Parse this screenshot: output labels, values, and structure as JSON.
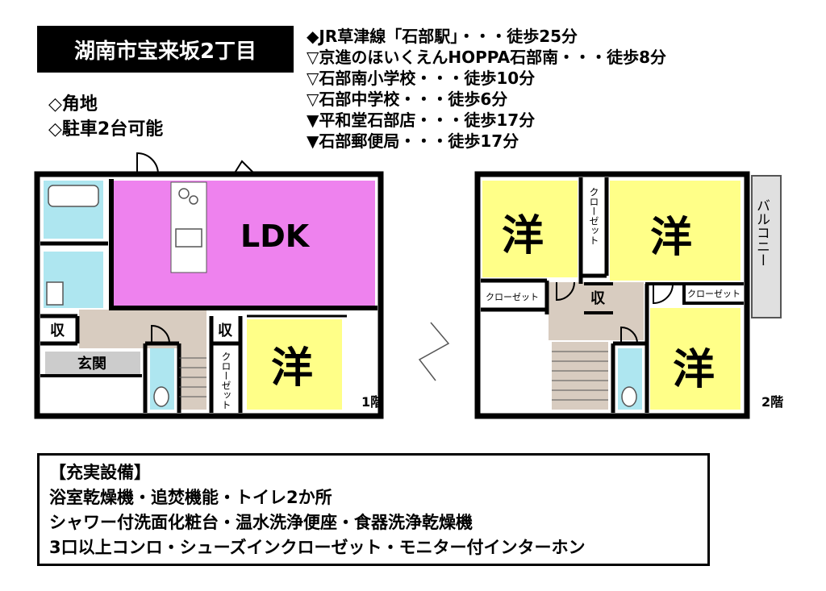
{
  "title": "湖南市宝来坂2丁目",
  "access": [
    "◆JR草津線「石部駅」・・・徒歩25分",
    "▽京進のほいくえんHOPPA石部南・・・徒歩8分",
    "▽石部南小学校・・・徒歩10分",
    "▽石部中学校・・・徒歩6分",
    "▼平和堂石部店・・・徒歩17分",
    "▼石部郵便局・・・徒歩17分"
  ],
  "features": [
    "◇角地",
    "◇駐車2台可能"
  ],
  "floor1": {
    "label": "1階",
    "ldk": "LDK",
    "room": "洋",
    "storage1": "収",
    "storage2": "収",
    "entrance": "玄関",
    "closet": "クローゼット"
  },
  "floor2": {
    "label": "2階",
    "room1": "洋",
    "room2": "洋",
    "room3": "洋",
    "closet1": "クローゼット",
    "closet2": "クローゼット",
    "closet3": "クローゼット",
    "storage": "収",
    "balcony": "バルコニー"
  },
  "equipment": {
    "heading": "【充実設備】",
    "lines": [
      "浴室乾燥機・追焚機能・トイレ2か所",
      "シャワー付洗面化粧台・温水洗浄便座・食器洗浄乾燥機",
      "3口以上コンロ・シューズインクローゼット・モニター付インターホン"
    ]
  },
  "colors": {
    "ldk": "#ee82ee",
    "western": "#ffff88",
    "bath": "#aee6f0",
    "floor_wood": "#d8ccc0",
    "entrance": "#cccccc",
    "balcony": "#e0e0e0"
  }
}
